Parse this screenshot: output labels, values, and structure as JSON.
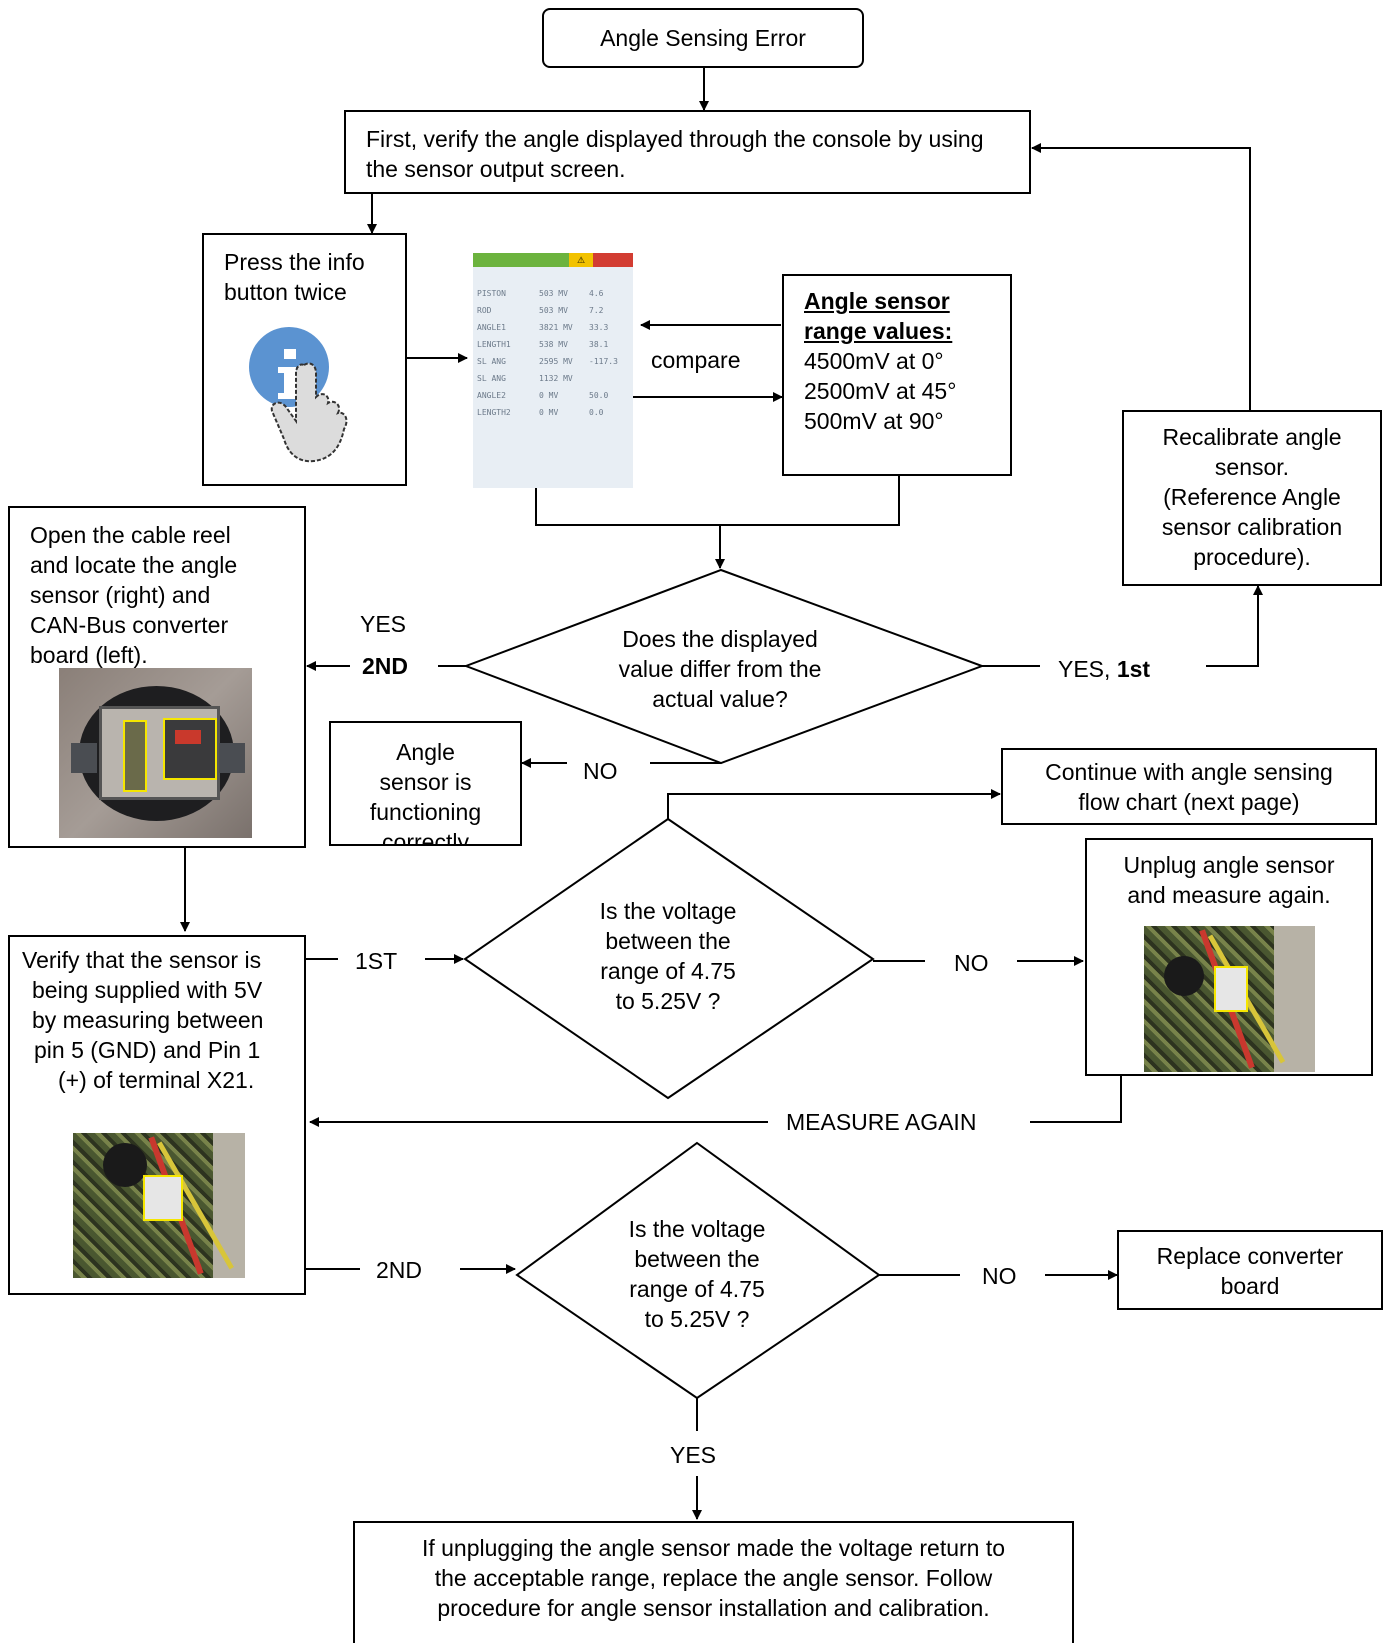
{
  "start": "Angle Sensing Error",
  "verify_step": "First, verify the angle displayed through the console by using the sensor output screen.",
  "info_step": {
    "line1": "Press the info",
    "line2": "button twice",
    "icon": "info-button-icon"
  },
  "lcd_screen": {
    "rows": [
      {
        "name": "PISTON",
        "mv": "503 MV",
        "val": "4.6"
      },
      {
        "name": "ROD",
        "mv": "503 MV",
        "val": "7.2"
      },
      {
        "name": "ANGLE1",
        "mv": "3821 MV",
        "val": "33.3"
      },
      {
        "name": "LENGTH1",
        "mv": "538 MV",
        "val": "38.1"
      },
      {
        "name": "SL ANG",
        "mv": "2595 MV",
        "val": "-117.3"
      },
      {
        "name": "SL ANG",
        "mv": "1132 MV",
        "val": ""
      },
      {
        "name": "ANGLE2",
        "mv": "0 MV",
        "val": "50.0"
      },
      {
        "name": "LENGTH2",
        "mv": "0 MV",
        "val": "0.0"
      }
    ]
  },
  "compare_label": "compare",
  "range_box": {
    "title_line1": "Angle sensor",
    "title_line2": "range values:",
    "values": [
      "4500mV at 0°",
      "2500mV at 45°",
      "500mV at 90°"
    ]
  },
  "recalibrate": {
    "lines": [
      "Recalibrate angle",
      "sensor.",
      "(Reference Angle",
      "sensor calibration",
      "procedure)."
    ]
  },
  "cable_reel": {
    "lines": [
      "Open the cable reel",
      "and locate the angle",
      "sensor (right) and",
      "CAN-Bus converter",
      "board (left)."
    ]
  },
  "decision1": {
    "lines": [
      "Does the displayed",
      "value differ from the",
      "actual value?"
    ]
  },
  "label_yes": "YES",
  "label_2nd_bold": "2ND",
  "label_yes_1st_plain": "YES, ",
  "label_yes_1st_bold": "1st",
  "label_no1": "NO",
  "functioning": {
    "lines": [
      "Angle",
      "sensor is",
      "functioning",
      "correctly"
    ]
  },
  "continue_box": {
    "lines": [
      "Continue with angle sensing",
      "flow chart (next page)"
    ]
  },
  "decision2": {
    "lines": [
      "Is the voltage",
      "between the",
      "range of 4.75",
      "to 5.25V ?"
    ]
  },
  "label_1st": "1ST",
  "label_no2": "NO",
  "unplug": {
    "lines": [
      "Unplug angle sensor",
      "and measure again."
    ]
  },
  "verify_supply": {
    "lines": [
      "Verify that the sensor is",
      "being supplied with 5V",
      "by measuring between",
      "pin 5 (GND) and Pin 1",
      "(+) of terminal X21."
    ]
  },
  "label_measure_again": "MEASURE AGAIN",
  "decision3": {
    "lines": [
      "Is the voltage",
      "between the",
      "range of 4.75",
      "to 5.25V ?"
    ]
  },
  "label_2nd": "2ND",
  "label_no3": "NO",
  "replace_board": {
    "lines": [
      "Replace converter",
      "board"
    ]
  },
  "label_yes_bottom": "YES",
  "final_box": {
    "lines": [
      "If unplugging the angle sensor made the voltage return to",
      "the acceptable range, replace the angle sensor.  Follow",
      "procedure for angle sensor installation and calibration."
    ]
  },
  "colors": {
    "lcd_green": "#6cb33e",
    "lcd_yellow": "#f2c200",
    "lcd_red": "#d23c32",
    "highlight": "#f5e600"
  }
}
